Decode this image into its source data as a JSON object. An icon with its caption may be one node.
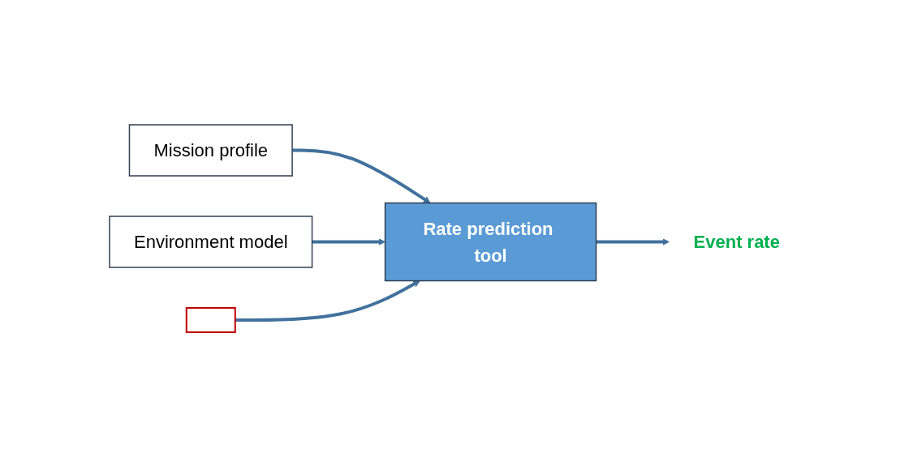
{
  "diagram": {
    "nodes": [
      {
        "text": [],
        "shape": "box"
      },
      {
        "text": [
          "Mission profile"
        ]
      },
      {
        "text": [
          "Environment model"
        ]
      },
      {
        "text": [
          "Rate prediction tool"
        ]
      },
      {
        "text": [
          "Event rate"
        ]
      }
    ],
    "edges": [
      {
        "from": 1,
        "to": 3,
        "arrow": "to"
      },
      {
        "from": 2,
        "to": 3,
        "arrow": "to"
      },
      {
        "from": 0,
        "to": 3,
        "arrow": "to"
      },
      {
        "from": 3,
        "to": 4,
        "arrow": "to"
      }
    ]
  }
}
